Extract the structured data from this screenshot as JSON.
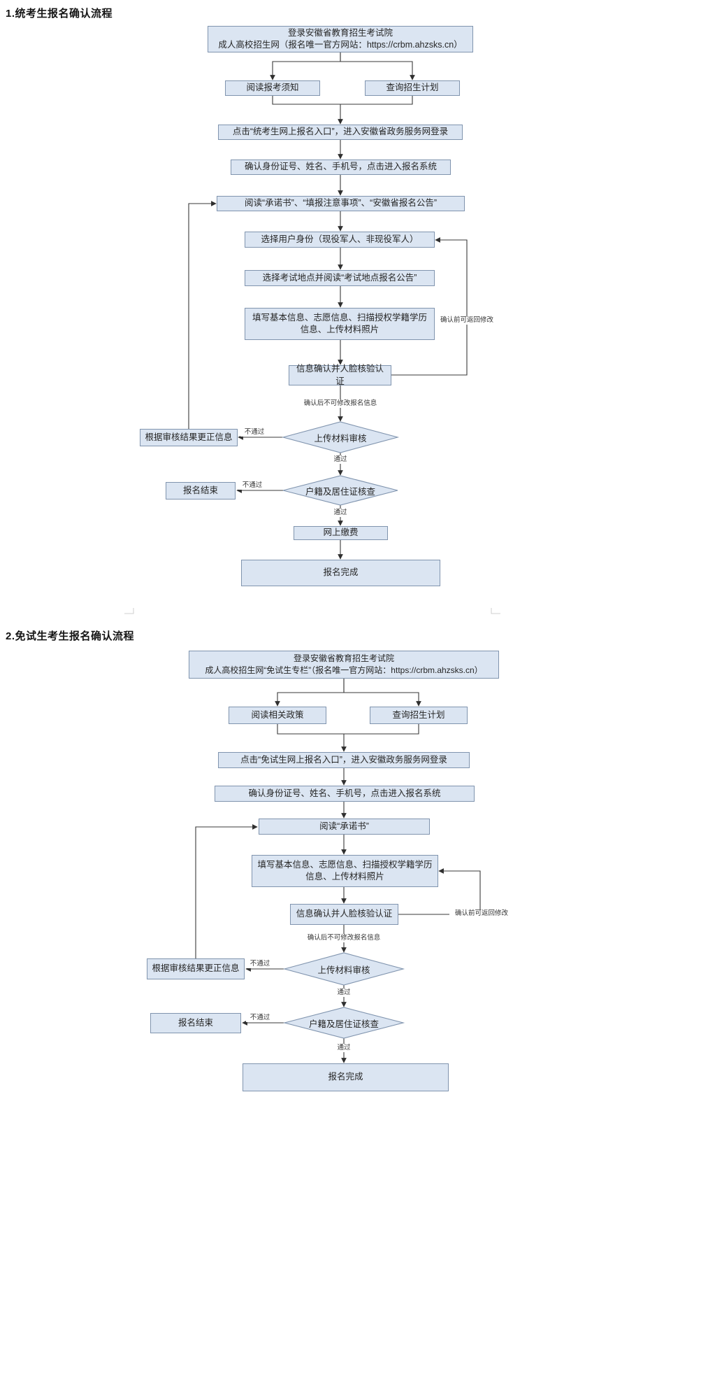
{
  "colors": {
    "node_fill": "#dbe5f2",
    "node_border": "#8094ae",
    "connector": "#3a3a3a"
  },
  "flow1": {
    "title": "1.统考生报名确认流程",
    "nodes": {
      "start": "登录安徽省教育招生考试院\n成人高校招生网（报名唯一官方网站：https://crbm.ahzsks.cn）",
      "read_notice": "阅读报考须知",
      "query_plan": "查询招生计划",
      "click_entry": "点击“统考生网上报名入口”，进入安徽省政务服务网登录",
      "confirm_identity": "确认身份证号、姓名、手机号，点击进入报名系统",
      "read_commitment": "阅读“承诺书”、“填报注意事项”、“安徽省报名公告”",
      "select_user_type": "选择用户身份（现役军人、非现役军人）",
      "select_exam_site": "选择考试地点并阅读“考试地点报名公告”",
      "fill_info": "填写基本信息、志愿信息、扫描授权学籍学历信息、上传材料照片",
      "face_verify": "信息确认并人脸核验认证",
      "material_review": "上传材料审核",
      "correct_info": "根据审核结果更正信息",
      "residence_check": "户籍及居住证核查",
      "end_registration": "报名结束",
      "pay_online": "网上缴费",
      "complete": "报名完成"
    },
    "labels": {
      "editable_before_confirm": "确认前可返回修改",
      "locked_after_confirm": "确认后不可修改报名信息",
      "fail": "不通过",
      "pass": "通过"
    }
  },
  "flow2": {
    "title": "2.免试生考生报名确认流程",
    "nodes": {
      "start": "登录安徽省教育招生考试院\n成人高校招生网“免试生专栏”（报名唯一官方网站：https://crbm.ahzsks.cn）",
      "read_policy": "阅读相关政策",
      "query_plan": "查询招生计划",
      "click_entry": "点击“免试生网上报名入口”，进入安徽政务服务网登录",
      "confirm_identity": "确认身份证号、姓名、手机号，点击进入报名系统",
      "read_commitment": "阅读“承诺书”",
      "fill_info": "填写基本信息、志愿信息、扫描授权学籍学历信息、上传材料照片",
      "face_verify": "信息确认并人脸核验认证",
      "material_review": "上传材料审核",
      "correct_info": "根据审核结果更正信息",
      "residence_check": "户籍及居住证核查",
      "end_registration": "报名结束",
      "complete": "报名完成"
    },
    "labels": {
      "editable_before_confirm": "确认前可返回修改",
      "locked_after_confirm": "确认后不可修改报名信息",
      "fail": "不通过",
      "pass": "通过"
    }
  }
}
